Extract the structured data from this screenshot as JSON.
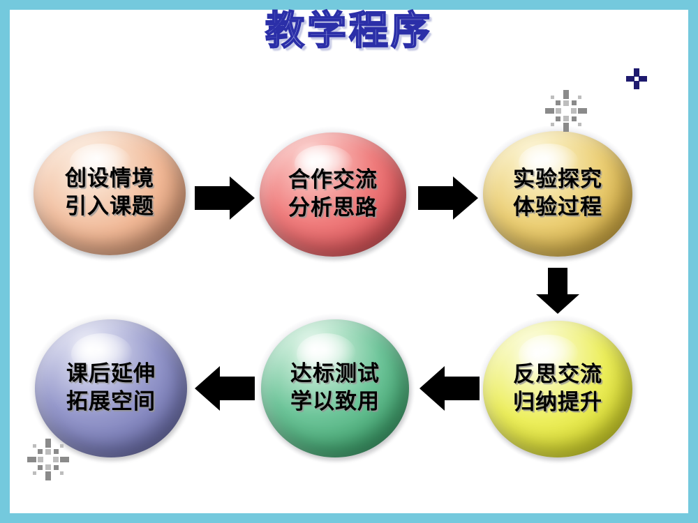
{
  "slide": {
    "title": "教学程序",
    "background_color": "#ffffff",
    "border_color": "#74c9dd",
    "title_fill_color": "#b9c0ef",
    "title_outline_color": "#2b2fa8"
  },
  "nodes": [
    {
      "id": "node-0",
      "line1": "创设情境",
      "line2": "引入课题",
      "color": "#f0b795",
      "color_light": "#fbdcc6",
      "color_dark": "#cf8f6d",
      "position": "top-left"
    },
    {
      "id": "node-1",
      "line1": "合作交流",
      "line2": "分析思路",
      "color": "#ea6a6c",
      "color_light": "#f6a7a5",
      "color_dark": "#c23f44",
      "position": "top-center"
    },
    {
      "id": "node-2",
      "line1": "实验探究",
      "line2": "体验过程",
      "color": "#e8cc6a",
      "color_light": "#f6e7ab",
      "color_dark": "#c19f33",
      "position": "top-right"
    },
    {
      "id": "node-3",
      "line1": "反思交流",
      "line2": "归纳提升",
      "color": "#e9ea4e",
      "color_light": "#f5f69c",
      "color_dark": "#c3c418",
      "position": "bottom-right"
    },
    {
      "id": "node-4",
      "line1": "达标测试",
      "line2": "学以致用",
      "color": "#62bf90",
      "color_light": "#a8e0c3",
      "color_dark": "#2f8f5f",
      "position": "bottom-center"
    },
    {
      "id": "node-5",
      "line1": "课后延伸",
      "line2": "拓展空间",
      "color": "#8f92c4",
      "color_light": "#c0c2e2",
      "color_dark": "#5d5f96",
      "position": "bottom-left"
    }
  ],
  "arrows": [
    {
      "id": "arrow-0",
      "direction": "right",
      "from": "node-0",
      "to": "node-1"
    },
    {
      "id": "arrow-1",
      "direction": "right",
      "from": "node-1",
      "to": "node-2"
    },
    {
      "id": "arrow-2",
      "direction": "down",
      "from": "node-2",
      "to": "node-3"
    },
    {
      "id": "arrow-3",
      "direction": "left",
      "from": "node-3",
      "to": "node-4"
    },
    {
      "id": "arrow-4",
      "direction": "left",
      "from": "node-4",
      "to": "node-5"
    }
  ],
  "decorations": [
    {
      "id": "sparkle-top-right",
      "type": "sparkle",
      "color": "#7f7f7f"
    },
    {
      "id": "sparkle-bottom-left",
      "type": "sparkle",
      "color": "#7f7f7f"
    },
    {
      "id": "plus-top-right",
      "type": "plus",
      "color": "#1e1a6e"
    }
  ]
}
